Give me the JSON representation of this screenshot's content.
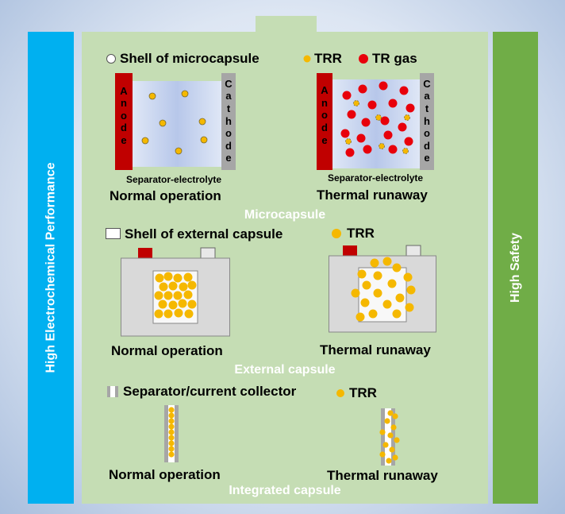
{
  "left_bar": {
    "label": "High Electrochemical Performance",
    "color": "#00b0f0"
  },
  "right_bar": {
    "label": "High Safety",
    "color": "#70ad47"
  },
  "panel_color": "#c5ddb4",
  "microcapsule": {
    "section_label": "Microcapsule",
    "legend": {
      "shell": "Shell of microcapsule",
      "trr": "TRR",
      "tr_gas": "TR gas"
    },
    "anode": [
      "A",
      "n",
      "o",
      "d",
      "e"
    ],
    "cathode": [
      "C",
      "a",
      "t",
      "h",
      "o",
      "d",
      "e"
    ],
    "separator_label": "Separator-electrolyte",
    "normal_label": "Normal operation",
    "runaway_label": "Thermal runaway"
  },
  "external_capsule": {
    "section_label": "External capsule",
    "legend": {
      "shell": "Shell of external capsule",
      "trr": "TRR"
    },
    "normal_label": "Normal operation",
    "runaway_label": "Thermal runaway"
  },
  "integrated_capsule": {
    "section_label": "Integrated capsule",
    "legend": {
      "separator": "Separator/current collector",
      "trr": "TRR"
    },
    "normal_label": "Normal operation",
    "runaway_label": "Thermal runaway"
  },
  "colors": {
    "trr": "#f5b800",
    "tr_gas": "#e8000b",
    "anode": "#c00000",
    "cathode": "#a6a6a6"
  }
}
